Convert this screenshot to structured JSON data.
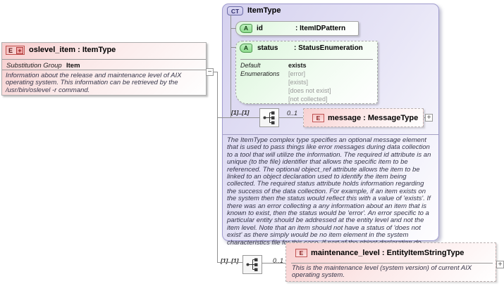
{
  "left_element": {
    "badge": "E",
    "badge_plus": "+",
    "title": "oslevel_item : ItemType",
    "substitution_group_label": "Substitution Group",
    "substitution_group_value": "Item",
    "documentation": "Information about the release and maintenance level of AIX operating system. This information can be retrieved by the /usr/bin/oslevel -r command.",
    "collapse_toggle": "−"
  },
  "complex_type": {
    "badge": "CT",
    "title": "ItemType",
    "attributes": [
      {
        "badge": "A",
        "name": "id",
        "type": ": ItemIDPattern"
      },
      {
        "badge": "A",
        "name": "status",
        "type": ": StatusEnumeration",
        "default_label": "Default",
        "default_value": "exists",
        "enumerations_label": "Enumerations",
        "enumerations": [
          "[error]",
          "[exists]",
          "[does not exist]",
          "[not collected]"
        ]
      }
    ],
    "sequence": {
      "occurrence": "[1]..[1]",
      "child_cardinality": "0..1"
    },
    "message_element": {
      "badge": "E",
      "label": "message : MessageType",
      "expand_toggle": "+"
    },
    "documentation": "The ItemType complex type specifies an optional message element that is used to pass things like error messages during data collection to a tool that will utilize the information. The required id attribute is an unique (to the file) identifier that allows the specific item to be referenced. The optional object_ref attribute allows the item to be linked to an object declaration used to identify the item being collected. The required status attribute holds information regarding the success of the data collection. For example, if an item exists on the system then the status would reflect this with a value of 'exists'. If there was an error collecting a any information about an item that is known to exist, then the status would be 'error'. An error specific to a particular entity should be addressed at the entity level and not the item level. Note that an item should not have a status of 'does not exist' as there simply would be no item element in the system characteristics file for this case. If part of the object declaration do"
  },
  "maintenance_element": {
    "sequence": {
      "occurrence": "[1]..[1]",
      "child_cardinality": "0..1"
    },
    "badge": "E",
    "title": "maintenance_level : EntityItemStringType",
    "documentation": "This is the maintenance level (system version) of current AIX operating system.",
    "expand_toggle": "+"
  },
  "icons": {
    "sequence_compositor": "sequence-tree-icon"
  },
  "colors": {
    "element_pink": "#f8d0d0",
    "attribute_green": "#dcf6dc",
    "complex_type_lavender": "#d5d1ef",
    "connector_gray": "#8f8f8f",
    "badge_red_border": "#c25555",
    "badge_green_border": "#4d964d",
    "badge_purple_border": "#6b6ba5",
    "enum_value_gray": "#9a9a9a"
  }
}
